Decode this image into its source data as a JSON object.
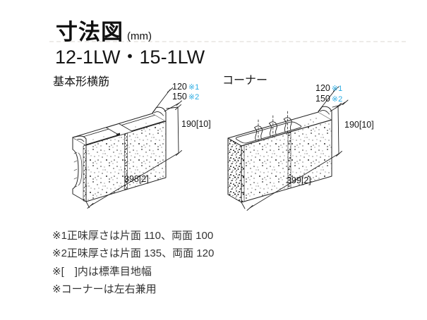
{
  "header": {
    "title": "寸法図",
    "unit": "(mm)",
    "product_codes": "12-1LW・15-1LW"
  },
  "diagrams": {
    "basic": {
      "label": "基本形横筋",
      "dims": {
        "width1": {
          "value": "120",
          "ref": "※1"
        },
        "width2": {
          "value": "150",
          "ref": "※2"
        },
        "height": "190[10]",
        "length": "398[2]"
      }
    },
    "corner": {
      "label": "コーナー",
      "dims": {
        "width1": {
          "value": "120",
          "ref": "※1"
        },
        "width2": {
          "value": "150",
          "ref": "※2"
        },
        "height": "190[10]",
        "length": "399[2]"
      }
    }
  },
  "footnotes": [
    "※1正味厚さは片面 110、両面 100",
    "※2正味厚さは片面 135、両面 120",
    "※[　]内は標準目地幅",
    "※コーナーは左右兼用"
  ],
  "colors": {
    "accent_ref_marker": "#29abe2",
    "line_art": "#222222",
    "text": "#333333",
    "background": "#ffffff"
  }
}
